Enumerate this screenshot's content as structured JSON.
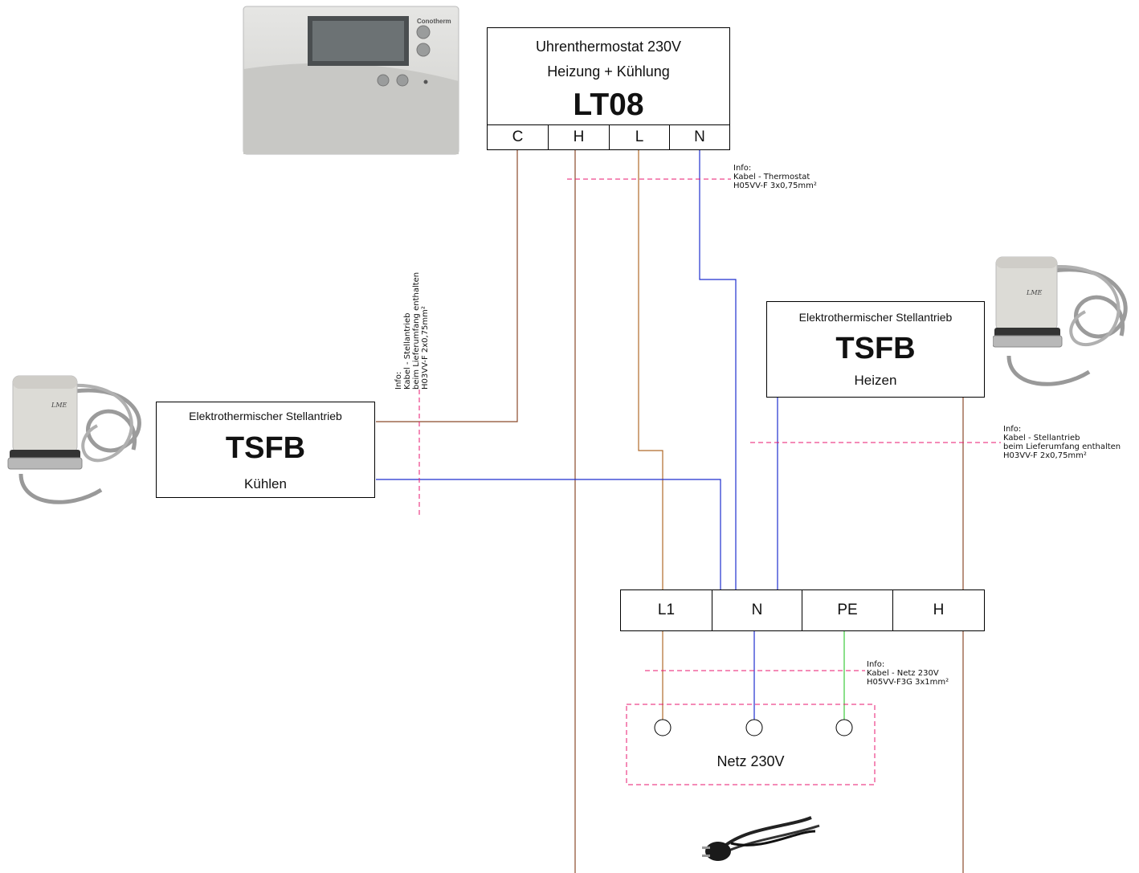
{
  "thermostat": {
    "title": "Uhrenthermostat 230V",
    "subtitle": "Heizung + Kühlung",
    "model": "LT08",
    "terminals": [
      "C",
      "H",
      "L",
      "N"
    ],
    "brand": "Conotherm"
  },
  "actuator_cool": {
    "title": "Elektrothermischer Stellantrieb",
    "model": "TSFB",
    "mode": "Kühlen"
  },
  "actuator_heat": {
    "title": "Elektrothermischer Stellantrieb",
    "model": "TSFB",
    "mode": "Heizen"
  },
  "terminal_block": {
    "terminals": [
      "L1",
      "N",
      "PE",
      "H"
    ]
  },
  "mains": {
    "label": "Netz 230V"
  },
  "actuator_photo_label": "LME",
  "info_thermostat": [
    "Info:",
    "Kabel - Thermostat",
    "H05VV-F 3x0,75mm²"
  ],
  "info_actuator_left": [
    "Info:",
    "Kabel - Stellantrieb",
    "beim Lieferumfang enthalten",
    "H03VV-F 2x0,75mm²"
  ],
  "info_actuator_right": [
    "Info:",
    "Kabel - Stellantrieb",
    "beim Lieferumfang enthalten",
    "H03VV-F 2x0,75mm²"
  ],
  "info_mains": [
    "Info:",
    "Kabel - Netz 230V",
    "H05VV-F3G 3x1mm²"
  ],
  "colors": {
    "brown": "#8B4A2B",
    "blue": "#1F2FCF",
    "green": "#3CCB3C",
    "dashed": "#E8176F",
    "wire_h": "#8B4A2B"
  }
}
